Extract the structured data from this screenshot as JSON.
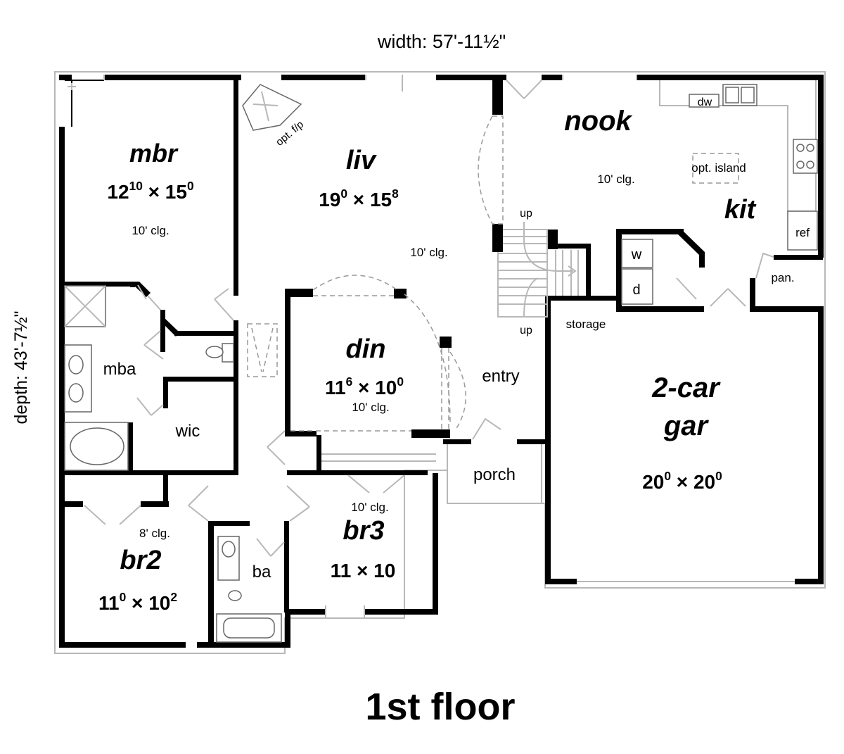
{
  "header": {
    "width_label": "width: 57'-11½\""
  },
  "side": {
    "depth_label": "depth: 43'-7½\""
  },
  "footer": {
    "floor_title": "1st floor"
  },
  "rooms": {
    "mbr": {
      "name": "mbr",
      "w": "12",
      "w_sup": "10",
      "h": "15",
      "h_sup": "0",
      "sep": " × ",
      "ceiling": "10' clg."
    },
    "liv": {
      "name": "liv",
      "w": "19",
      "w_sup": "0",
      "h": "15",
      "h_sup": "8",
      "sep": " × ",
      "ceiling": "10' clg."
    },
    "nook": {
      "name": "nook",
      "ceiling": "10' clg."
    },
    "kit": {
      "name": "kit"
    },
    "din": {
      "name": "din",
      "w": "11",
      "w_sup": "6",
      "h": "10",
      "h_sup": "0",
      "sep": " × ",
      "ceiling": "10' clg."
    },
    "gar": {
      "name_line1": "2-car",
      "name_line2": "gar",
      "w": "20",
      "w_sup": "0",
      "h": "20",
      "h_sup": "0",
      "sep": " × "
    },
    "br2": {
      "name": "br2",
      "w": "11",
      "w_sup": "0",
      "h": "10",
      "h_sup": "2",
      "sep": " × ",
      "ceiling": "8' clg."
    },
    "br3": {
      "name": "br3",
      "dims": "11 × 10",
      "ceiling": "10' clg."
    }
  },
  "labels": {
    "mba": "mba",
    "wic": "wic",
    "ba": "ba",
    "entry": "entry",
    "porch": "porch",
    "storage": "storage",
    "up_top": "up",
    "up_bottom": "up",
    "w": "w",
    "d": "d",
    "pan": "pan.",
    "ref": "ref",
    "dw": "dw",
    "opt_island": "opt. island",
    "opt_fp": "opt. f/p"
  }
}
